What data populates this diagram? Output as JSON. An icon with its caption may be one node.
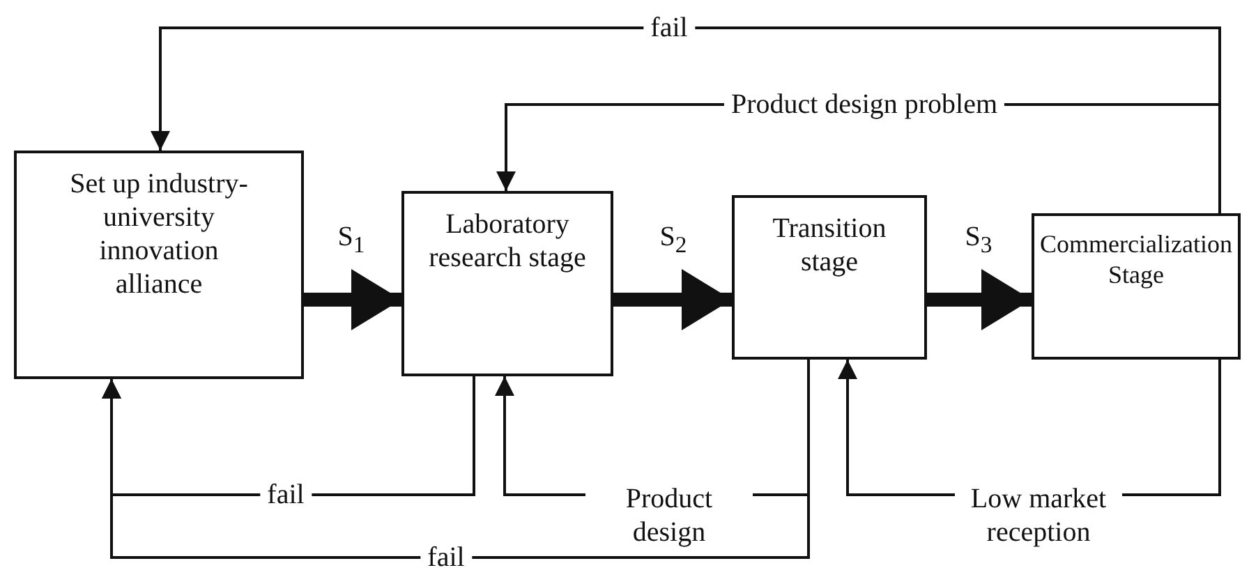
{
  "diagram": {
    "nodes": [
      {
        "text": [
          "Set up industry-university innovation alliance"
        ]
      },
      {
        "text": [
          "Laboratory research stage"
        ]
      },
      {
        "text": [
          "Transition stage"
        ]
      },
      {
        "text": [
          "Commercialization Stage"
        ]
      }
    ],
    "edges": [
      {
        "from": 0,
        "to": 1,
        "arrow": "to",
        "label": "S$_{1}$",
        "style": "thick"
      },
      {
        "from": 1,
        "to": 2,
        "arrow": "to",
        "label": "S$_{2}$",
        "style": "thick"
      },
      {
        "from": 2,
        "to": 3,
        "arrow": "to",
        "label": "S$_{3}$",
        "style": "thick"
      },
      {
        "from": 3,
        "to": 0,
        "arrow": "to",
        "label": "fail"
      },
      {
        "from": 3,
        "to": 1,
        "arrow": "to",
        "label": "Product design problem"
      },
      {
        "from": 1,
        "to": 0,
        "arrow": "to",
        "label": "fail"
      },
      {
        "from": 2,
        "to": 0,
        "arrow": "to",
        "label": "fail"
      },
      {
        "from": 2,
        "to": 1,
        "arrow": "to",
        "label": "Product design"
      },
      {
        "from": 3,
        "to": 2,
        "arrow": "to",
        "label": "Low market reception"
      }
    ]
  }
}
